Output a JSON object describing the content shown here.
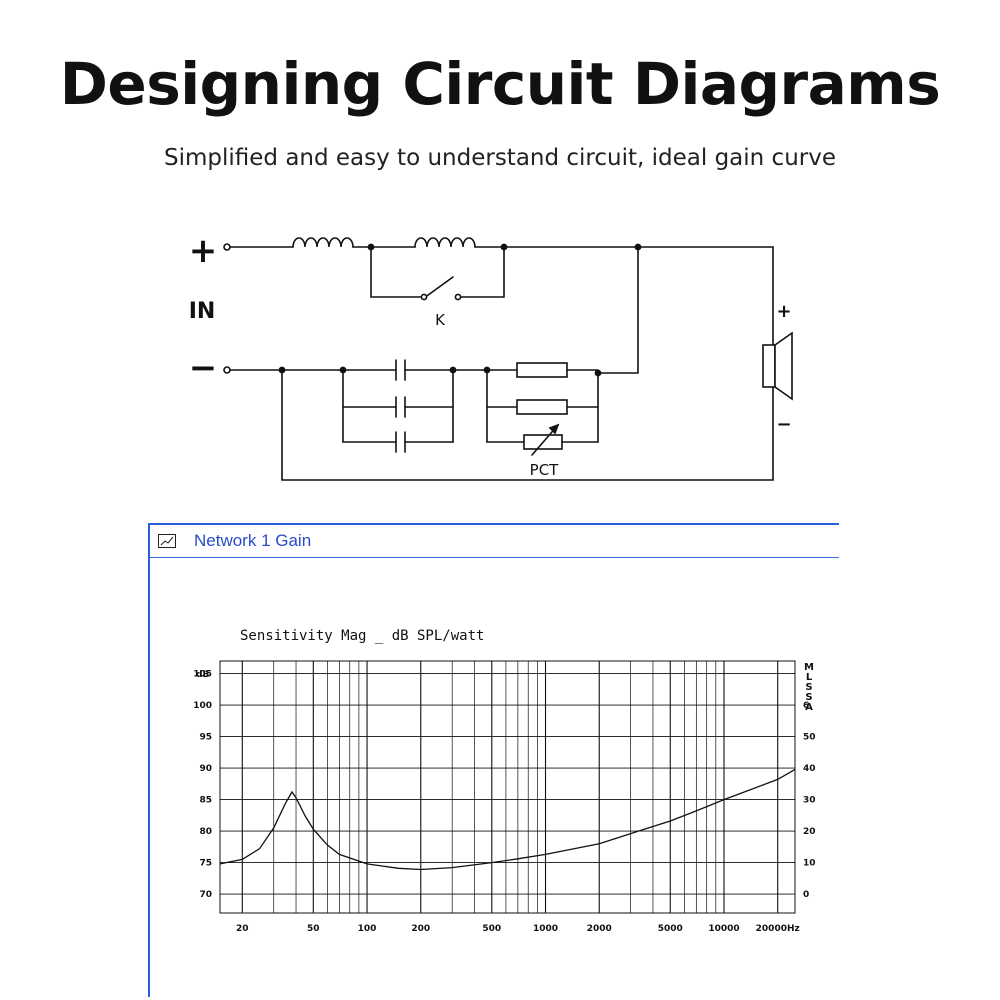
{
  "header": {
    "title": "Designing Circuit Diagrams",
    "subtitle": "Simplified and easy to understand circuit, ideal gain curve"
  },
  "circuit": {
    "input_plus": "+",
    "input_minus": "−",
    "input_label": "IN",
    "switch_label": "K",
    "thermistor_label": "PCT",
    "speaker_plus": "+",
    "speaker_minus": "−"
  },
  "window": {
    "title": "Network 1 Gain",
    "icon": "chart-window-icon"
  },
  "chart_data": {
    "type": "line",
    "title": "Sensitivity Mag _ dB SPL/watt",
    "x_scale": "log",
    "xlim": [
      15,
      25000
    ],
    "x_ticks": [
      20,
      50,
      100,
      200,
      500,
      1000,
      2000,
      5000,
      10000,
      20000
    ],
    "x_tick_labels": [
      "20",
      "50",
      "100",
      "200",
      "500",
      "1000",
      "2000",
      "5000",
      "10000",
      "20000Hz"
    ],
    "ylabel": "dB",
    "y_ticks": [
      70,
      75,
      80,
      85,
      90,
      95,
      100,
      105
    ],
    "ylim": [
      67,
      107
    ],
    "right_axis_label": "MLSSA",
    "right_ticks": [
      "0",
      "10",
      "20",
      "30",
      "40",
      "50",
      "6"
    ],
    "grid": true,
    "series": [
      {
        "x": [
          15,
          20,
          25,
          30,
          35,
          38,
          40,
          45,
          50,
          60,
          70,
          100,
          150,
          200,
          300,
          500,
          700,
          1000,
          2000,
          3000,
          5000,
          7000,
          10000,
          20000,
          25000
        ],
        "y": [
          74.8,
          75.5,
          77.2,
          80.5,
          84.5,
          86.2,
          85.3,
          82.4,
          80.3,
          77.8,
          76.3,
          74.8,
          74.1,
          73.9,
          74.2,
          75.0,
          75.6,
          76.3,
          78.0,
          79.6,
          81.6,
          83.2,
          85.0,
          88.2,
          89.8
        ]
      }
    ]
  }
}
